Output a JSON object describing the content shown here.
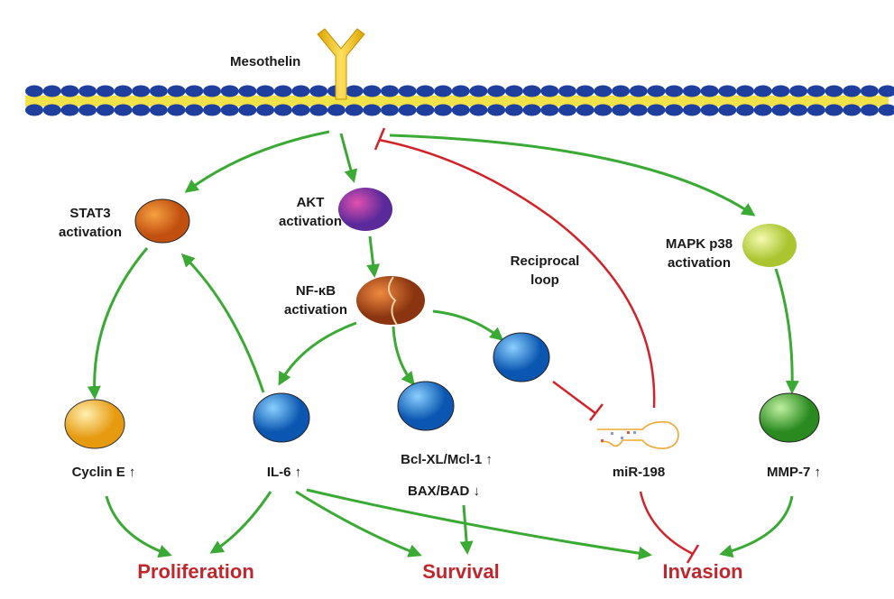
{
  "receptor": {
    "label": "Mesothelin"
  },
  "nodes": {
    "stat3": {
      "line1": "STAT3",
      "line2": "activation",
      "color": "#e8701a"
    },
    "akt": {
      "line1": "AKT",
      "line2": "activation",
      "color": "#9b3fb0"
    },
    "nfkb": {
      "line1": "NF-κB",
      "line2": "activation",
      "color": "#c9581c"
    },
    "mapk": {
      "line1": "MAPK p38",
      "line2": "activation",
      "color": "#d4e35a"
    },
    "cyclin_e": {
      "label": "Cyclin E ↑",
      "color": "#f5b431"
    },
    "il6": {
      "label": "IL-6 ↑",
      "color": "#1f7fd0"
    },
    "bcl": {
      "line1": "Bcl-XL/Mcl-1 ↑",
      "line2": "BAX/BAD ↓",
      "color": "#1f7fd0"
    },
    "mir198": {
      "label": "miR-198",
      "color": "#f0a830"
    },
    "mmp7": {
      "label": "MMP-7 ↑",
      "color": "#4caf3c"
    },
    "reciprocal": {
      "line1": "Reciprocal",
      "line2": "loop"
    }
  },
  "outcomes": {
    "proliferation": "Proliferation",
    "survival": "Survival",
    "invasion": "Invasion"
  },
  "colors": {
    "activation": "#3aaa35",
    "inhibition": "#d2232a",
    "outcome": "#c0272d",
    "membrane_head": "#1f3f9e",
    "membrane_tail": "#f2e24a"
  }
}
